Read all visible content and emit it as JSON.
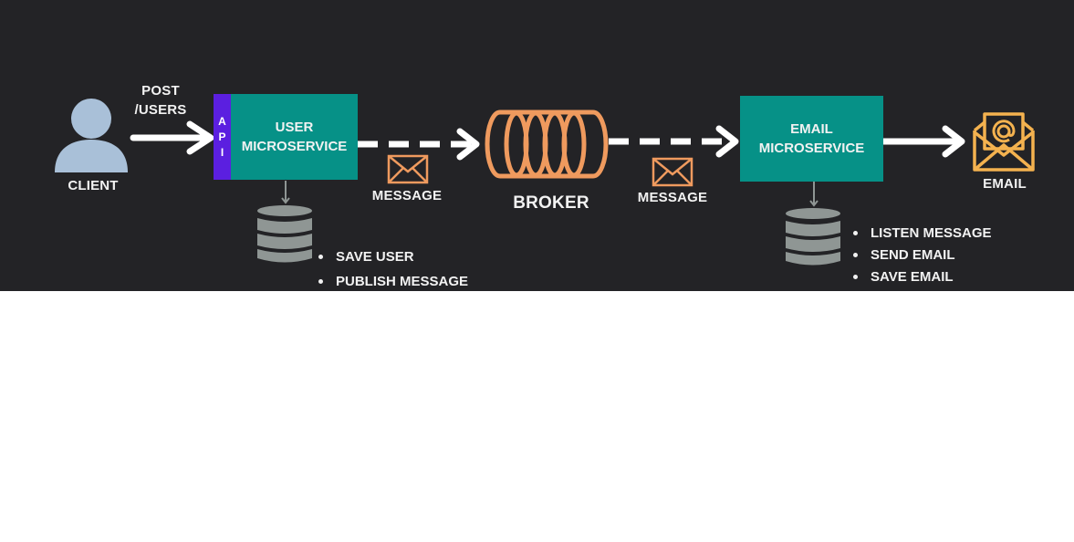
{
  "client": {
    "label": "CLIENT"
  },
  "request": {
    "method": "POST",
    "path": "/USERS"
  },
  "api": {
    "letters": [
      "A",
      "P",
      "I"
    ]
  },
  "user_service": {
    "line1": "USER",
    "line2": "MICROSERVICE",
    "tasks": [
      "SAVE USER",
      "PUBLISH MESSAGE"
    ]
  },
  "message_left": {
    "label": "MESSAGE"
  },
  "broker": {
    "label": "BROKER"
  },
  "message_right": {
    "label": "MESSAGE"
  },
  "email_service": {
    "line1": "EMAIL",
    "line2": "MICROSERVICE",
    "tasks": [
      "LISTEN MESSAGE",
      "SEND EMAIL",
      "SAVE EMAIL"
    ]
  },
  "email": {
    "label": "EMAIL"
  },
  "colors": {
    "background": "#232326",
    "service_box": "#069187",
    "api_bar": "#5b1fe0",
    "broker": "#ef9a5e",
    "envelope": "#ef9a5e",
    "email_icon": "#f4b24f",
    "database": "#8f9694",
    "client": "#a9c0d8"
  }
}
